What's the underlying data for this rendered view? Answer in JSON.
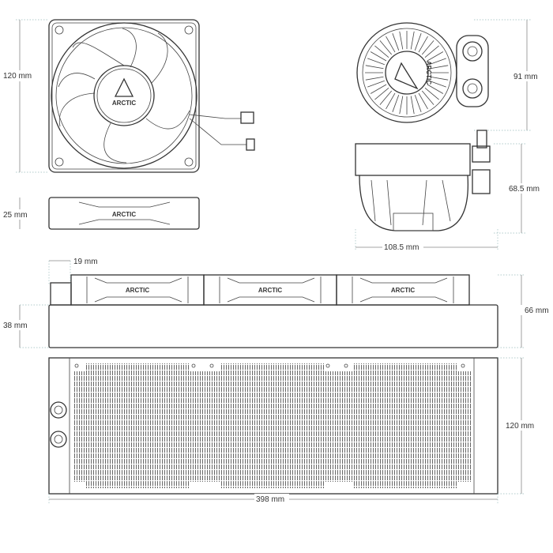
{
  "brand": "ARCTIC",
  "dimensions": {
    "fan_height": "120 mm",
    "fan_depth": "25 mm",
    "pump_diameter": "91 mm",
    "pump_height": "68.5 mm",
    "pump_width": "108.5 mm",
    "fitting_offset": "19 mm",
    "radiator_total_height": "66 mm",
    "radiator_thickness": "38 mm",
    "radiator_width": "120 mm",
    "radiator_length": "398 mm"
  },
  "colors": {
    "line": "#333333",
    "dimension_line": "#888888",
    "guide": "#99bbbb"
  }
}
